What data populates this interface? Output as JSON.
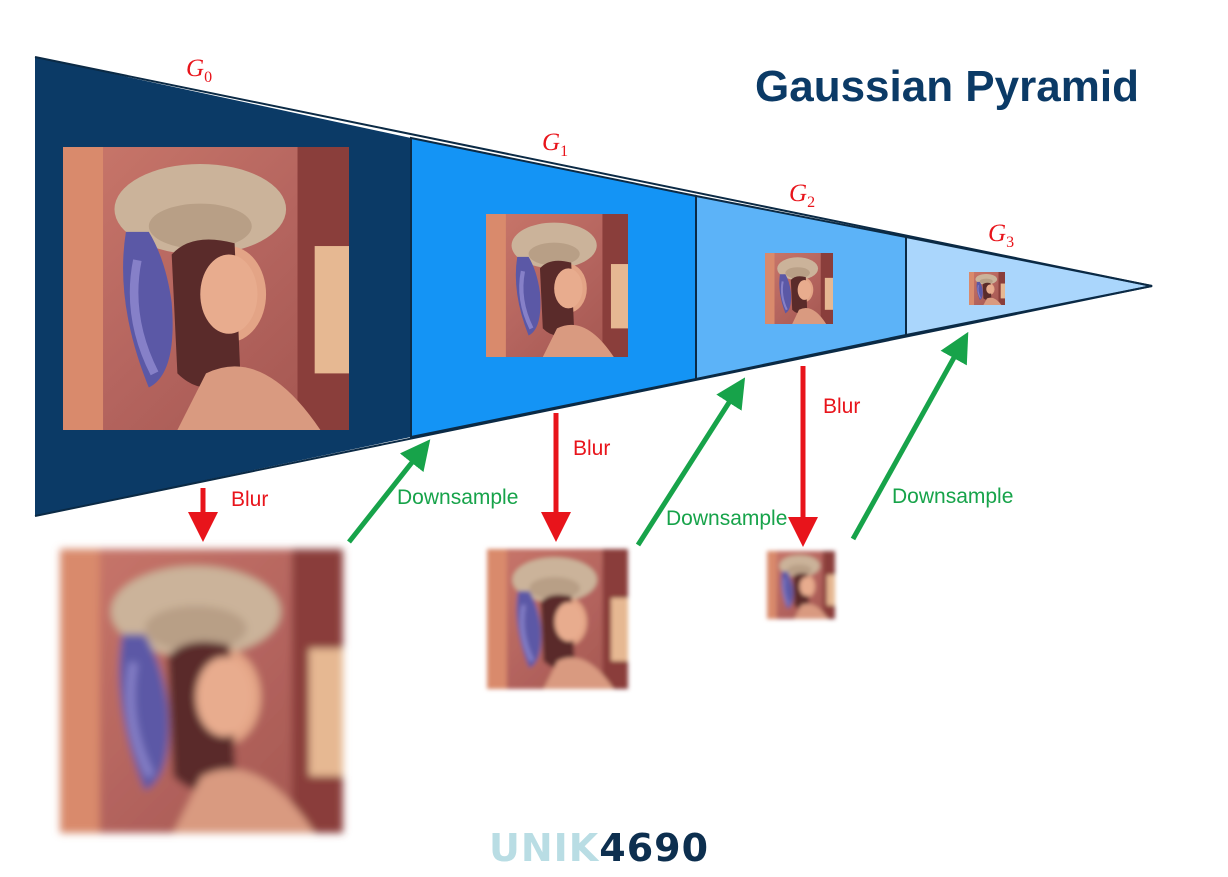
{
  "title": "Gaussian Pyramid",
  "levels": [
    {
      "symbol": "G",
      "sub": "0"
    },
    {
      "symbol": "G",
      "sub": "1"
    },
    {
      "symbol": "G",
      "sub": "2"
    },
    {
      "symbol": "G",
      "sub": "3"
    }
  ],
  "labels": {
    "blur": "Blur",
    "downsample": "Downsample"
  },
  "logo": {
    "part1": "UNIK",
    "part2": "4690"
  },
  "colors": {
    "level0": "#0b3a66",
    "level1": "#1494f5",
    "level2": "#5cb3f8",
    "level3": "#aad6fc",
    "blur_arrow": "#e8141b",
    "downsample_arrow": "#17a34a"
  }
}
